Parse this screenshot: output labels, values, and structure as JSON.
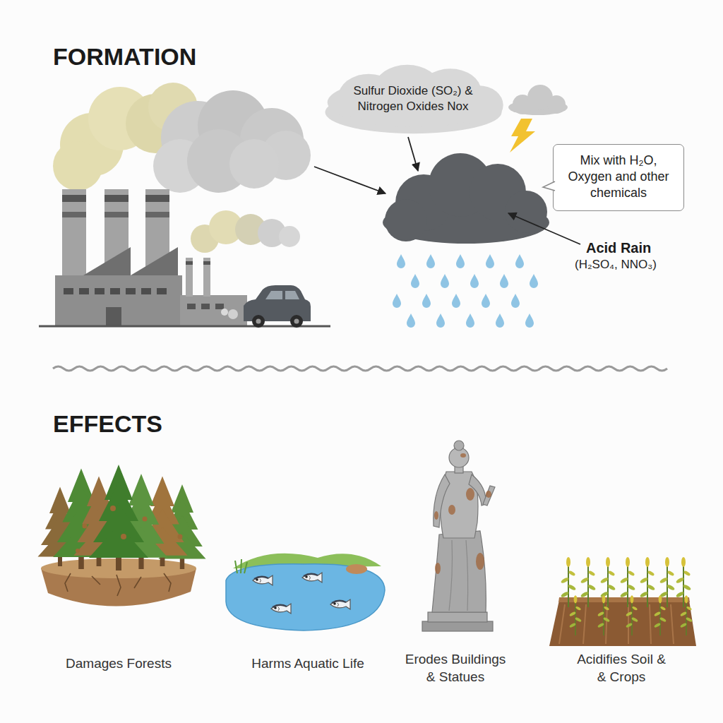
{
  "diagram": {
    "nodes": [
      {
        "text": [
          "Sulfur Dioxide (SO₂) & Nitrogen Oxides Nox"
        ]
      },
      {
        "text": [
          "Mix with H₂O, Oxygen and other chemicals"
        ]
      }
    ],
    "labels": [
      "FORMATION",
      "Acid Rain",
      "(H₂SO₄, NNO₃)",
      "EFFECTS",
      "Damages Forests",
      "Harms Aquatic Life",
      "Erodes Buildings & Statues",
      "Acidifies Soil & & Crops"
    ]
  }
}
